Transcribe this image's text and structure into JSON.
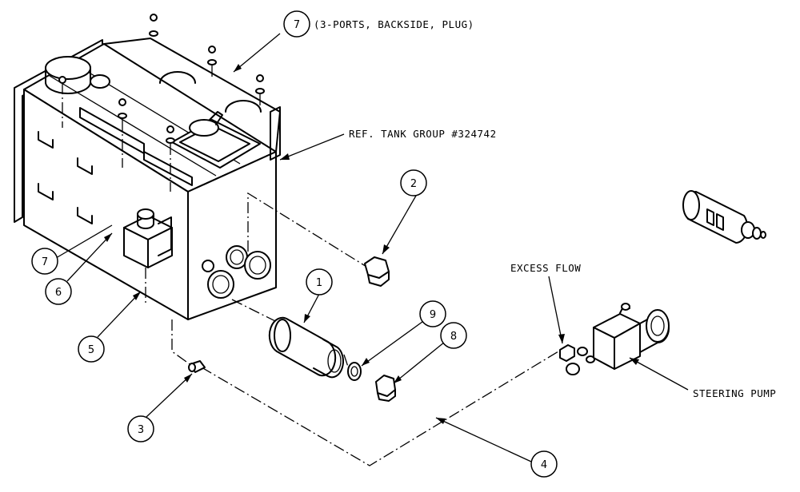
{
  "labels": {
    "ports_note": "(3-PORTS, BACKSIDE, PLUG)",
    "tank_ref": "REF. TANK GROUP #324742",
    "excess_flow": "EXCESS FLOW",
    "steering_pump": "STEERING PUMP"
  },
  "callouts": {
    "c7_top": "7",
    "c2": "2",
    "c1": "1",
    "c9": "9",
    "c8": "8",
    "c7_left": "7",
    "c6": "6",
    "c5": "5",
    "c3": "3",
    "c4": "4"
  }
}
